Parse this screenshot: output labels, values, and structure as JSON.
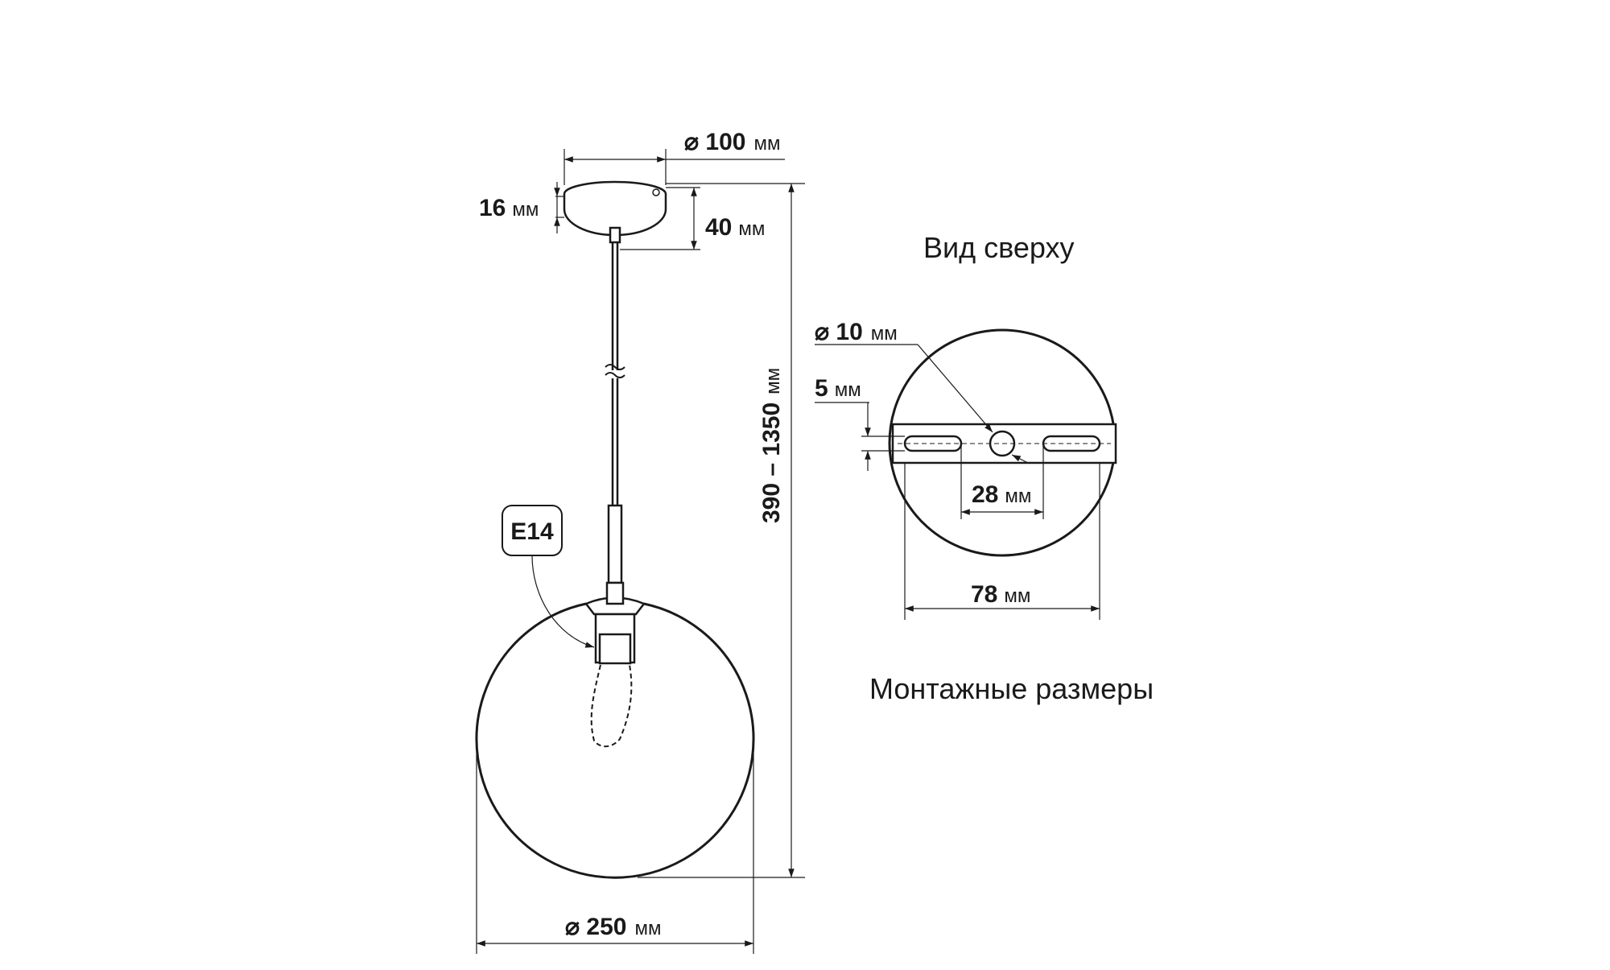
{
  "side_view": {
    "canopy_diameter": {
      "value": "⌀ 100",
      "unit": "мм"
    },
    "canopy_thickness": {
      "value": "16",
      "unit": "мм"
    },
    "canopy_height": {
      "value": "40",
      "unit": "мм"
    },
    "total_height": {
      "value": "390 – 1350",
      "unit": "мм"
    },
    "socket_label": "E14",
    "shade_diameter": {
      "value": "⌀ 250",
      "unit": "мм"
    }
  },
  "top_view": {
    "title": "Вид сверху",
    "hole_diameter": {
      "value": "⌀ 10",
      "unit": "мм"
    },
    "slot_width": {
      "value": "5",
      "unit": "мм"
    },
    "slot_spacing": {
      "value": "28",
      "unit": "мм"
    },
    "bracket_length": {
      "value": "78",
      "unit": "мм"
    },
    "caption": "Монтажные размеры"
  }
}
